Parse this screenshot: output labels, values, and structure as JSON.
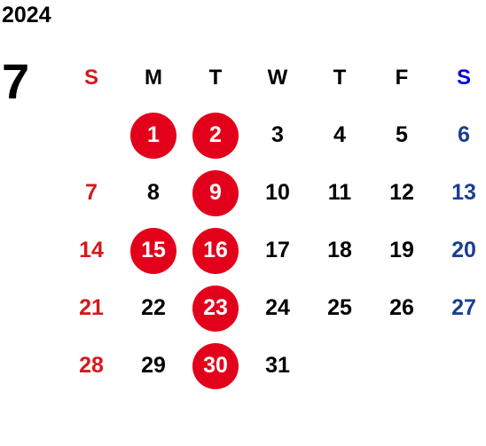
{
  "year": "2024",
  "month": "7",
  "weekdays": [
    "S",
    "M",
    "T",
    "W",
    "T",
    "F",
    "S"
  ],
  "colors": {
    "sunday": "#d7171c",
    "saturday": "#1a3e8f",
    "saturday_header": "#0000e6",
    "highlight": "#e3001b",
    "text": "#000000"
  },
  "weeks": [
    [
      {
        "day": ""
      },
      {
        "day": "1",
        "highlight": true
      },
      {
        "day": "2",
        "highlight": true
      },
      {
        "day": "3"
      },
      {
        "day": "4"
      },
      {
        "day": "5"
      },
      {
        "day": "6"
      }
    ],
    [
      {
        "day": "7"
      },
      {
        "day": "8"
      },
      {
        "day": "9",
        "highlight": true
      },
      {
        "day": "10"
      },
      {
        "day": "11"
      },
      {
        "day": "12"
      },
      {
        "day": "13"
      }
    ],
    [
      {
        "day": "14"
      },
      {
        "day": "15",
        "highlight": true
      },
      {
        "day": "16",
        "highlight": true
      },
      {
        "day": "17"
      },
      {
        "day": "18"
      },
      {
        "day": "19"
      },
      {
        "day": "20"
      }
    ],
    [
      {
        "day": "21"
      },
      {
        "day": "22"
      },
      {
        "day": "23",
        "highlight": true
      },
      {
        "day": "24"
      },
      {
        "day": "25"
      },
      {
        "day": "26"
      },
      {
        "day": "27"
      }
    ],
    [
      {
        "day": "28"
      },
      {
        "day": "29"
      },
      {
        "day": "30",
        "highlight": true
      },
      {
        "day": "31"
      },
      {
        "day": ""
      },
      {
        "day": ""
      },
      {
        "day": ""
      }
    ]
  ]
}
